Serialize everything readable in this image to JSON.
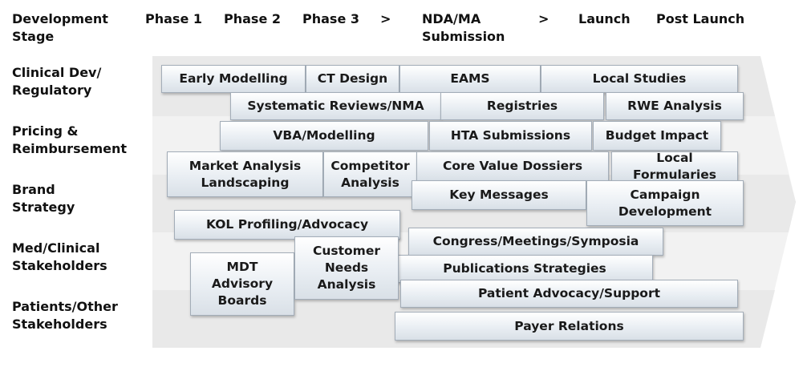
{
  "stage_label": "Development\nStage",
  "phases": [
    {
      "key": "p1",
      "label": "Phase 1"
    },
    {
      "key": "p2",
      "label": "Phase 2"
    },
    {
      "key": "p3",
      "label": "Phase 3"
    },
    {
      "key": "arrow1",
      "label": ">"
    },
    {
      "key": "nda",
      "label": "NDA/MA\nSubmission"
    },
    {
      "key": "arrow2",
      "label": ">"
    },
    {
      "key": "launch",
      "label": "Launch"
    },
    {
      "key": "post",
      "label": "Post Launch"
    }
  ],
  "rows": [
    {
      "key": "clinical",
      "label": "Clinical Dev/\nRegulatory"
    },
    {
      "key": "pricing",
      "label": "Pricing &\nReimbursement"
    },
    {
      "key": "brand",
      "label": "Brand\nStrategy"
    },
    {
      "key": "med",
      "label": "Med/Clinical\nStakeholders"
    },
    {
      "key": "patients",
      "label": "Patients/Other\nStakeholders"
    }
  ],
  "activities": [
    {
      "key": "early-modelling",
      "label": "Early Modelling"
    },
    {
      "key": "ct-design",
      "label": "CT Design"
    },
    {
      "key": "eams",
      "label": "EAMS"
    },
    {
      "key": "local-studies",
      "label": "Local Studies"
    },
    {
      "key": "systematic-reviews",
      "label": "Systematic Reviews/NMA"
    },
    {
      "key": "registries",
      "label": "Registries"
    },
    {
      "key": "rwe-analysis",
      "label": "RWE Analysis"
    },
    {
      "key": "vba-modelling",
      "label": "VBA/Modelling"
    },
    {
      "key": "hta-submissions",
      "label": "HTA Submissions"
    },
    {
      "key": "budget-impact",
      "label": "Budget Impact"
    },
    {
      "key": "market-analysis",
      "label": "Market Analysis\nLandscaping"
    },
    {
      "key": "competitor-analysis",
      "label": "Competitor\nAnalysis"
    },
    {
      "key": "core-value-dossiers",
      "label": "Core Value Dossiers"
    },
    {
      "key": "local-formularies",
      "label": "Local Formularies"
    },
    {
      "key": "key-messages",
      "label": "Key Messages"
    },
    {
      "key": "campaign-development",
      "label": "Campaign\nDevelopment"
    },
    {
      "key": "kol-profiling",
      "label": "KOL Profiling/Advocacy"
    },
    {
      "key": "congress",
      "label": "Congress/Meetings/Symposia"
    },
    {
      "key": "publications",
      "label": "Publications Strategies"
    },
    {
      "key": "mdt-advisory",
      "label": "MDT\nAdvisory\nBoards"
    },
    {
      "key": "customer-needs",
      "label": "Customer\nNeeds\nAnalysis"
    },
    {
      "key": "patient-advocacy",
      "label": "Patient Advocacy/Support"
    },
    {
      "key": "payer-relations",
      "label": "Payer Relations"
    }
  ]
}
